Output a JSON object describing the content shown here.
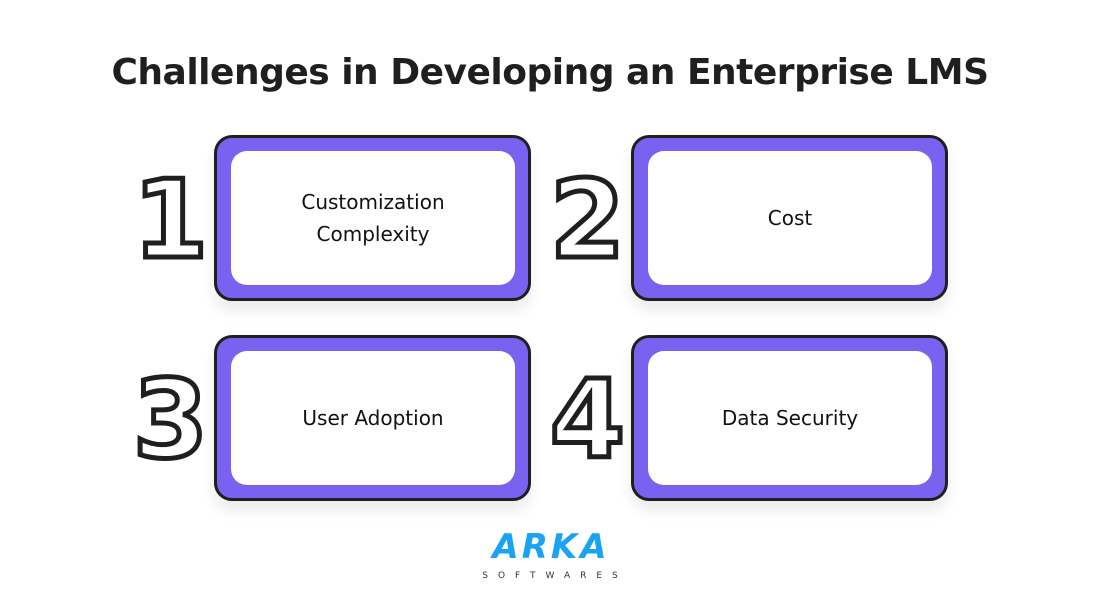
{
  "title": "Challenges in Developing an Enterprise LMS",
  "cards": [
    {
      "number": "1",
      "label": "Customization Complexity"
    },
    {
      "number": "2",
      "label": "Cost"
    },
    {
      "number": "3",
      "label": "User Adoption"
    },
    {
      "number": "4",
      "label": "Data Security"
    }
  ],
  "logo": {
    "main": "ARKA",
    "sub": "SOFTWARES"
  },
  "colors": {
    "accent": "#7a62f0",
    "outline": "#1f1f1f",
    "logo": "#1aa3f2"
  }
}
